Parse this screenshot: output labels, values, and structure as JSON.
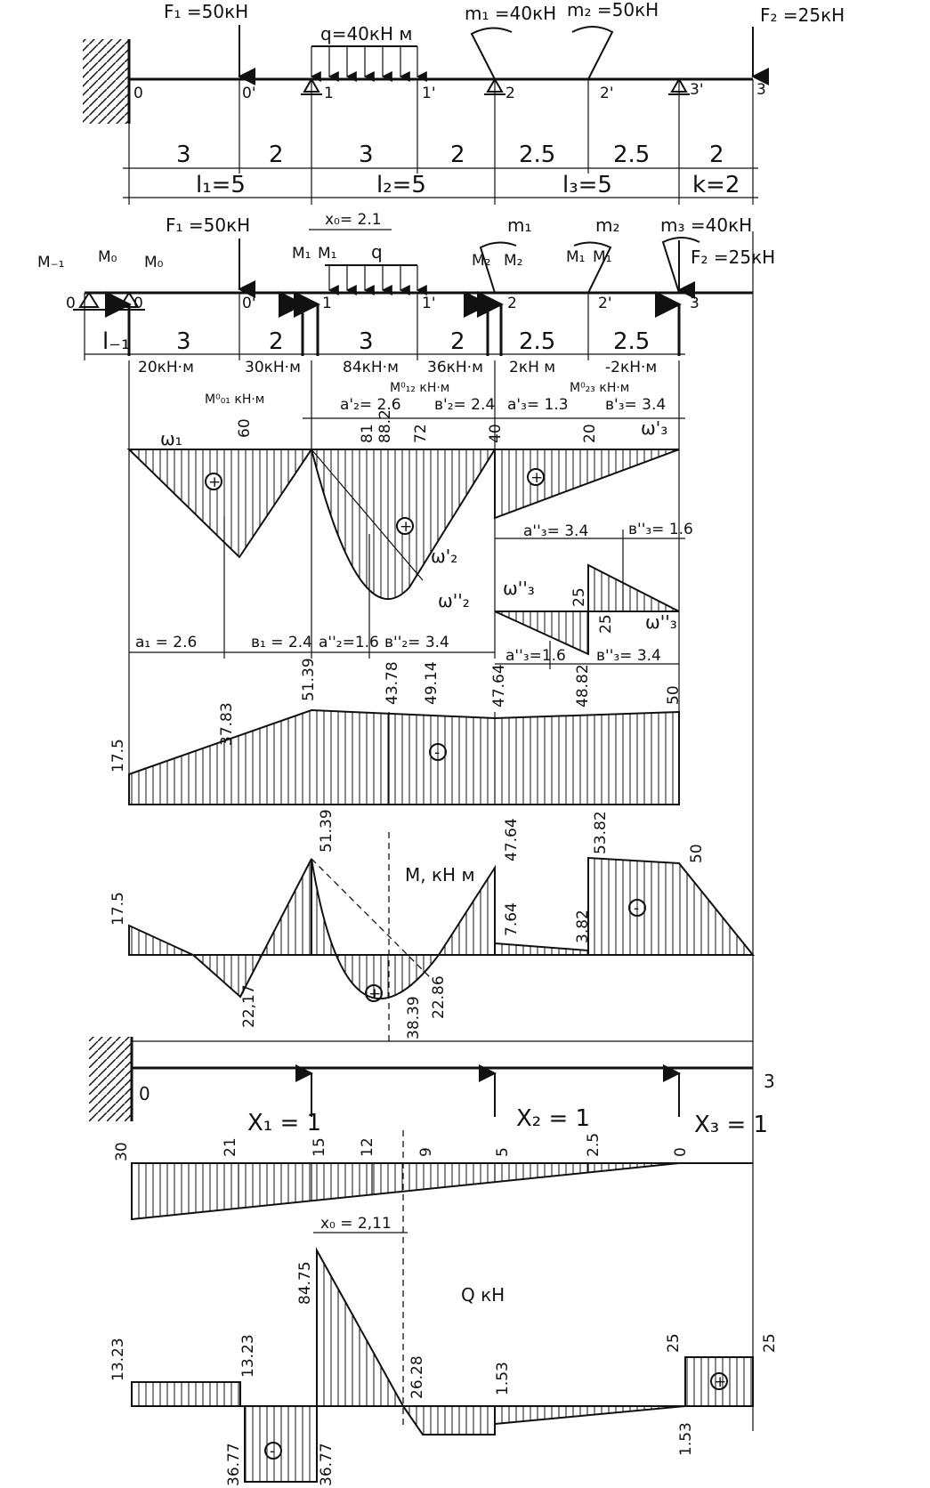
{
  "loads": {
    "f1": "F₁ =50кН",
    "q": "q=40кН м",
    "m1": "m₁ =40кН",
    "m2": "m₂ =50кН",
    "f2": "F₂ =25кН"
  },
  "scheme1_nodes": [
    "0",
    "0'",
    "1",
    "1'",
    "2",
    "2'",
    "3'",
    "3"
  ],
  "segments_row1": [
    "3",
    "2",
    "3",
    "2",
    "2.5",
    "2.5",
    "2"
  ],
  "spans_row2": [
    "l₁=5",
    "l₂=5",
    "l₃=5",
    "k=2"
  ],
  "scheme2": {
    "f1": "F₁ =50кН",
    "x0": "x₀= 2.1",
    "q": "q",
    "m1": "m₁",
    "m2": "m₂",
    "m3": "m₃ =40кН",
    "f2": "F₂ =25кН",
    "m_minus1": "M₋₁",
    "m0a": "M₀",
    "m0b": "M₀",
    "m1a": "M₁",
    "m1b": "M₁",
    "m2a": "M₂",
    "m2b": "M₂",
    "m1c": "M₁",
    "m1d": "M₁",
    "nodes": [
      "0",
      "0",
      "0'",
      "1",
      "1",
      "1'",
      "2",
      "2",
      "2'",
      "3"
    ],
    "l_minus1": "l₋₁",
    "segments": [
      "3",
      "2",
      "3",
      "2",
      "2.5",
      "2.5"
    ],
    "moments_row": [
      "20кН·м",
      "30кН·м",
      "84кН·м",
      "36кН·м",
      "2кН м",
      "-2кН·м"
    ]
  },
  "m0_diagram": {
    "label_m01": "M⁰₀₁ кН·м",
    "label_m12": "M⁰₁₂ кН·м",
    "label_m23": "M⁰₂₃ кН·м",
    "a2p": "a'₂= 2.6",
    "b2p": "в'₂= 2.4",
    "a3p": "a'₃= 1.3",
    "b3p": "в'₃= 3.4",
    "values": [
      "60",
      "81",
      "88.2",
      "72",
      "40",
      "20"
    ],
    "omega1": "ω₁",
    "omega2p": "ω'₂",
    "omega2pp": "ω''₂",
    "omega3p": "ω'₃",
    "omega3pp": "ω''₃",
    "omega3pp2": "ω''₃",
    "a3pp_top": "a''₃= 3.4",
    "b3pp_top": "в''₃= 1.6",
    "v25a": "25",
    "v25b": "25",
    "a1": "a₁ = 2.6",
    "b1": "в₁ = 2.4",
    "a2pp": "a''₂=1.6",
    "b2pp": "в''₂= 3.4",
    "a3pp": "a''₃=1.6",
    "b3pp": "в''₃= 3.4",
    "plus": "+",
    "plus2": "+",
    "plus3": "+"
  },
  "support_diagram": {
    "values": [
      "17.5",
      "37.83",
      "51.39",
      "43.78",
      "49.14",
      "47.64",
      "48.82",
      "50"
    ],
    "sign": "-"
  },
  "m_diagram": {
    "title": "M, кН м",
    "values": [
      "17.5",
      "51.39",
      "22,17",
      "38.39",
      "22.86",
      "47.64",
      "7.64",
      "3.82",
      "53.82",
      "50"
    ],
    "plus": "+",
    "minus": "-"
  },
  "unit_beam": {
    "n0": "0",
    "n3": "3",
    "x1": "X₁ = 1",
    "x2": "X₂ = 1",
    "x3": "X₃ = 1"
  },
  "unit_diagram": {
    "values": [
      "30",
      "21",
      "15",
      "12",
      "9",
      "5",
      "2.5",
      "0"
    ]
  },
  "q_diagram": {
    "title": "Q кН",
    "x0": "x₀ = 2,11",
    "values": [
      "13.23",
      "13.23",
      "84.75",
      "26.28",
      "1.53",
      "36.77",
      "36.77",
      "25",
      "25",
      "1.53"
    ],
    "plus": "+",
    "minus": "-"
  }
}
